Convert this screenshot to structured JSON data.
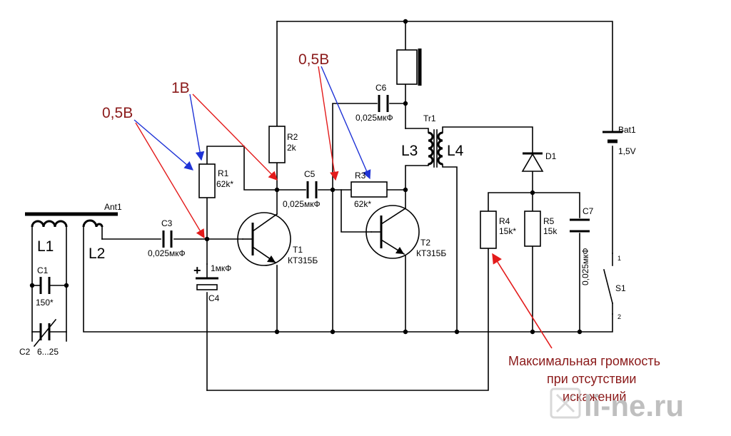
{
  "labels": {
    "L1": "L1",
    "L2": "L2",
    "L3": "L3",
    "L4": "L4",
    "Ant1": "Ant1",
    "C1": "C1",
    "C1v": "150*",
    "C2": "C2",
    "C2v": "6...25",
    "C3": "C3",
    "C3v": "0,025мкФ",
    "C4": "C4",
    "C4v": "1мкФ",
    "C4plus": "+",
    "C5": "C5",
    "C5v": "0,025мкФ",
    "C6": "C6",
    "C6v": "0,025мкФ",
    "C7": "C7",
    "C7v": "0,025мкФ",
    "R1": "R1",
    "R1v": "62k*",
    "R2": "R2",
    "R2v": "2k",
    "R3": "R3",
    "R3v": "62k*",
    "R4": "R4",
    "R4v": "15k*",
    "R5": "R5",
    "R5v": "15k",
    "T1": "T1",
    "T1v": "КТ315Б",
    "T2": "T2",
    "T2v": "КТ315Б",
    "Tr1": "Tr1",
    "D1": "D1",
    "Bat1": "Bat1",
    "Bat1v": "1,5V",
    "S1": "S1",
    "S1p1": "1",
    "S1p2": "2"
  },
  "annotations": {
    "v1": "0,5В",
    "v2": "1В",
    "v3": "0,5В",
    "note_line1": "Максимальная громкость",
    "note_line2": "при отсутствии",
    "note_line3": "искажений"
  },
  "watermark": {
    "text": "li-ne.ru"
  },
  "colors": {
    "annotation_text": "#8b1a1a",
    "arrow_red": "#e31b1b",
    "arrow_blue": "#1f33d6",
    "note_text": "#8b1a1a",
    "watermark": "#bfbfbf"
  }
}
